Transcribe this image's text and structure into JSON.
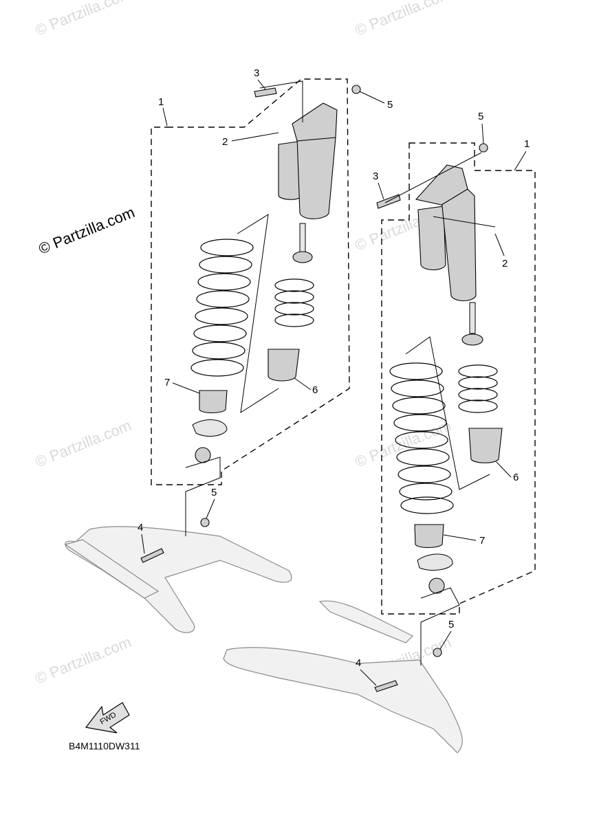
{
  "watermarks": {
    "primary": "© Partzilla.com",
    "faint": "© Partzilla.com"
  },
  "left_assembly": {
    "callouts": [
      "1",
      "2",
      "3",
      "4",
      "5",
      "5",
      "6",
      "7"
    ]
  },
  "right_assembly": {
    "callouts": [
      "1",
      "2",
      "3",
      "4",
      "5",
      "5",
      "6",
      "7"
    ]
  },
  "fwd_arrow": {
    "label": "FWD"
  },
  "diagram_code": "B4M1110DW311",
  "colors": {
    "ink": "#000000",
    "part_grey": "#cfcfcf",
    "arm_grey": "#f1f1f1",
    "watermark": "#d9d9d9"
  }
}
